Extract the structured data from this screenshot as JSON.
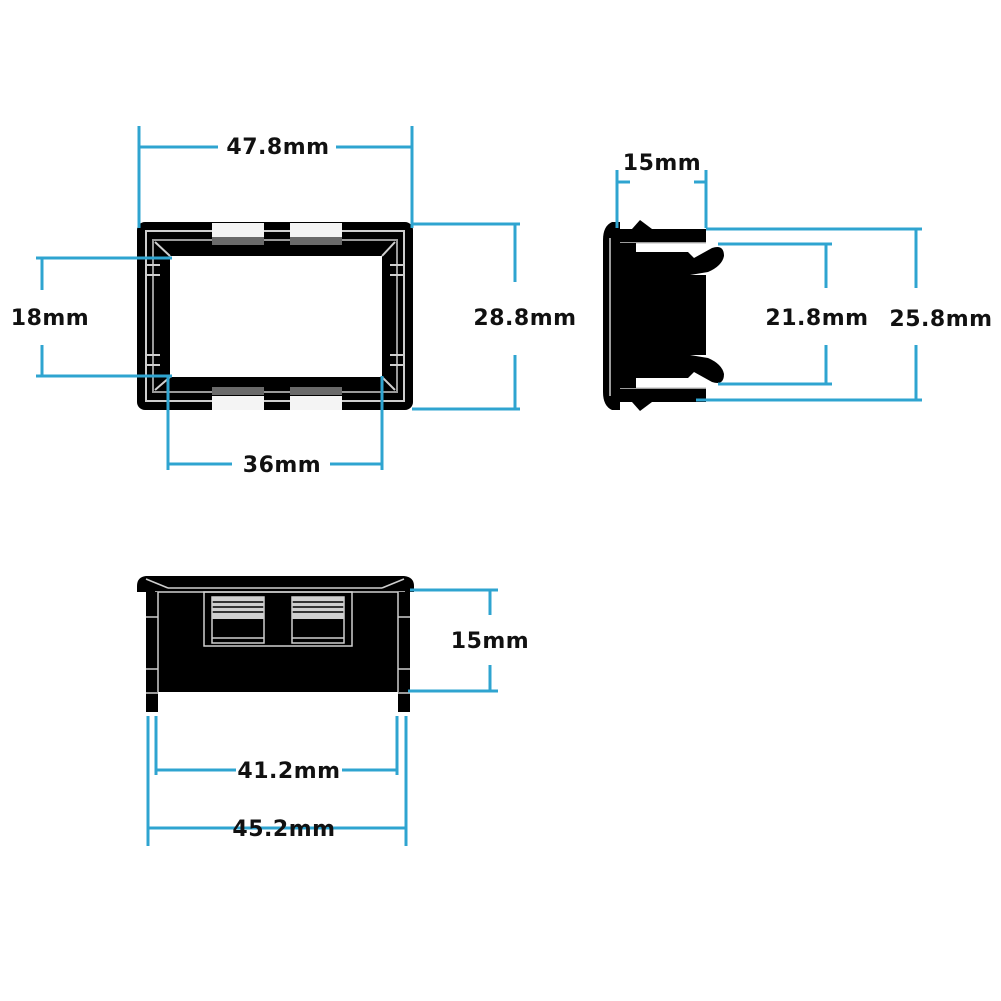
{
  "drawing": {
    "subject": "Panel-mount digital meter housing dimensions",
    "colors": {
      "dimension_line": "#2fa4d0",
      "body": "#000000",
      "highlight": "#d8d8d8",
      "background": "#ffffff",
      "label": "#111111"
    },
    "views": {
      "front": {
        "labels": {
          "overall_width": "47.8mm",
          "overall_height": "28.8mm",
          "window_width": "36mm",
          "window_height": "18mm"
        }
      },
      "side": {
        "labels": {
          "depth": "15mm",
          "clip_span": "21.8mm",
          "body_height": "25.8mm"
        }
      },
      "top": {
        "labels": {
          "depth": "15mm",
          "inner_width": "41.2mm",
          "outer_width": "45.2mm"
        }
      }
    }
  }
}
